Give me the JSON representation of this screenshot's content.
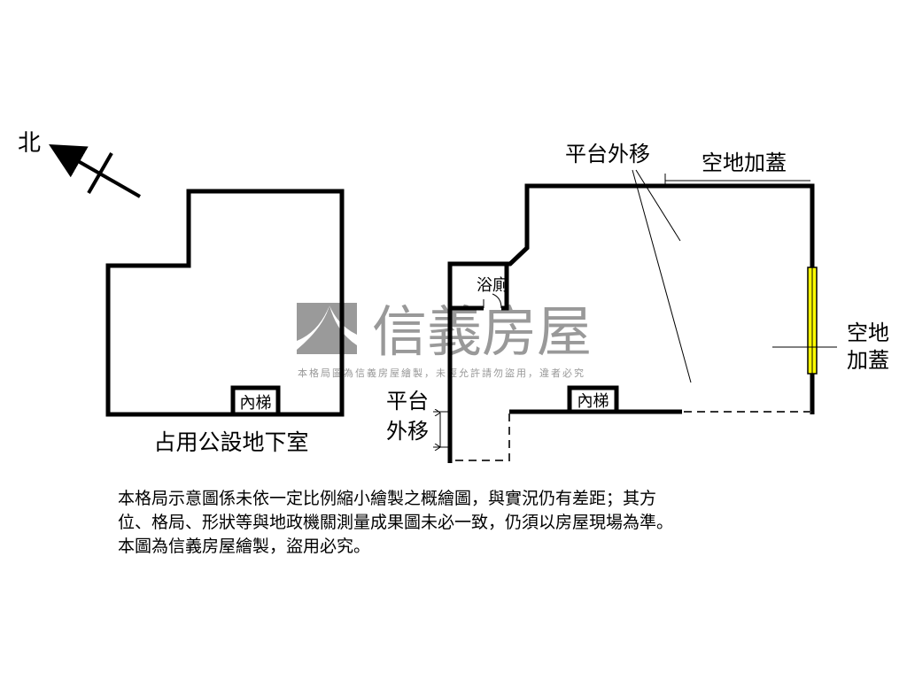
{
  "compass": {
    "north_label": "北"
  },
  "left_plan": {
    "title": "占用公設地下室",
    "stair_label": "內梯"
  },
  "right_plan": {
    "bathroom_label": "浴廁",
    "stair_label": "內梯",
    "platform_top_label": "平台外移",
    "platform_left_line1": "平台",
    "platform_left_line2": "外移",
    "vacant_top_label": "空地加蓋",
    "vacant_right_line1": "空地",
    "vacant_right_line2": "加蓋"
  },
  "watermark": {
    "brand": "信義房屋",
    "notice": "本格局圖為信義房屋繪製，未經允許請勿盜用，違者必究",
    "color": "#999999"
  },
  "note": {
    "lines": [
      "本格局示意圖係未依一定比例縮小繪製之概繪圖，與實況仍有差距；其方",
      "位、格局、形狀等與地政機關測量成果圖未必一致，仍須以房屋現場為準。",
      "本圖為信義房屋繪製，盜用必究。"
    ]
  },
  "colors": {
    "window": "#ffff00",
    "wall": "#000000"
  }
}
